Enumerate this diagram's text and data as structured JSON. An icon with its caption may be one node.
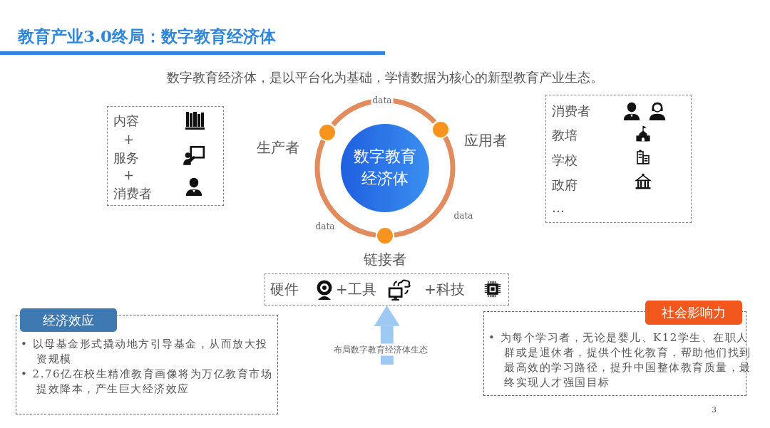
{
  "diagram": {
    "title": "教育产业3.0终局：数字教育经济体",
    "nodes": [
      {
        "text": [
          "内容",
          "+",
          "服务",
          "+",
          "消费者"
        ]
      },
      {
        "text": [],
        "shape": "circle",
        "beside": [
          "生产者"
        ]
      },
      {
        "text": [],
        "shape": "circle",
        "beside": [
          "应用者"
        ]
      },
      {
        "text": [
          "数字教育经济体"
        ]
      },
      {
        "text": [
          "消费者",
          "教培",
          "学校",
          "政府",
          "…"
        ]
      },
      {
        "text": [],
        "shape": "circle",
        "beside": [
          "链接者"
        ]
      },
      {
        "text": [
          "硬件",
          "+工具",
          "+科技"
        ]
      },
      {
        "text": [
          "经济效应",
          "• 以母基金形式撬动地方引导基金，从而放大投资规模",
          "• 2.76亿在校生精准教育画像将为万亿教育市场提效降本，产生巨大经济效应"
        ]
      },
      {
        "text": [
          "社会影响力",
          "• 为每个学习者，无论是婴儿、K12学生、在职人群或是退休者，提供个性化教育，帮助他们找到最高效的学习路径，提升中国整体教育质量，最终实现人才强国目标"
        ]
      }
    ],
    "edges": [
      {
        "from": 1,
        "to": 2,
        "arrow": "none",
        "label": "data"
      },
      {
        "from": 2,
        "to": 5,
        "arrow": "none",
        "label": "data"
      },
      {
        "from": 5,
        "to": 1,
        "arrow": "none",
        "label": "data"
      },
      {
        "from": null,
        "to": 6,
        "arrow": "to",
        "label": "布局数字教育经济体生态",
        "style": "thick",
        "color": "#9ec9f2"
      }
    ],
    "labels": [
      "数字教育经济体，是以平台化为基础，学情数据为核心的新型教育产业生态。",
      "3"
    ]
  }
}
